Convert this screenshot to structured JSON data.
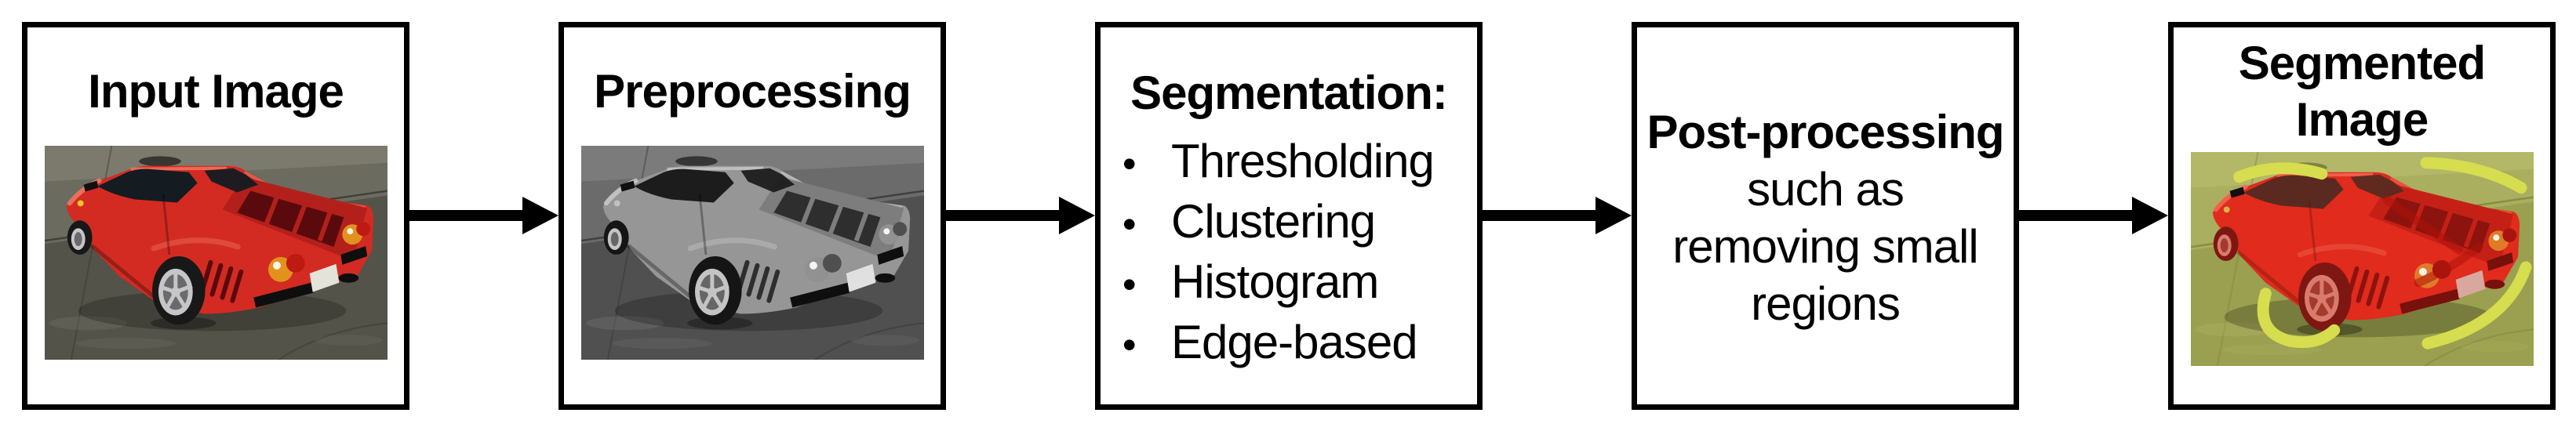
{
  "pipeline": {
    "bullet_glyph": "•",
    "nodes": [
      {
        "key": "input",
        "title": "Input Image",
        "image": "red-sports-car-photo-on-wet-asphalt"
      },
      {
        "key": "preprocessing",
        "title": "Preprocessing",
        "image": "grayscale-sports-car-photo"
      },
      {
        "key": "segmentation",
        "title": "Segmentation:",
        "bullets": [
          "Thresholding",
          "Clustering",
          "Histogram",
          "Edge-based"
        ]
      },
      {
        "key": "postprocessing",
        "title": "Post-processing",
        "subtitle_lines": [
          "such as",
          "removing small",
          "regions"
        ]
      },
      {
        "key": "segmented",
        "title_lines": [
          "Segmented",
          "Image"
        ],
        "image": "segmented-car-photo-red-mask-olive-background-with-scribbles"
      }
    ],
    "colors": {
      "background": "#ffffff",
      "border": "#000000",
      "arrow": "#000000",
      "car_red": "#d32b22",
      "asphalt_gray": "#54534a",
      "grayscale_car": "#969696",
      "segmented_car_red": "#e02b1d",
      "segmented_background_olive": "#9aa04f",
      "scribble_yellow_green": "#d6dd4e"
    }
  }
}
